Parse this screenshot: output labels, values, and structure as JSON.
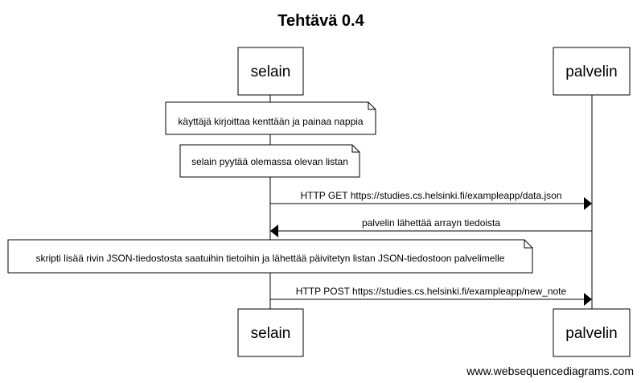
{
  "diagram": {
    "title": "Tehtävä 0.4",
    "participants": {
      "browser": "selain",
      "server": "palvelin"
    },
    "notes": {
      "user_action": "käyttäjä kirjoittaa kenttään ja painaa nappia",
      "fetch_list": "selain pyytää olemassa olevan listan",
      "script_action": "skripti lisää rivin JSON-tiedostosta saatuihin tietoihin ja lähettää päivitetyn listan JSON-tiedostoon palvelimelle"
    },
    "messages": {
      "get_data": "HTTP GET https://studies.cs.helsinki.fi/exampleapp/data.json",
      "send_array": "palvelin lähettää arrayn tiedoista",
      "post_note": "HTTP POST https://studies.cs.helsinki.fi/exampleapp/new_note"
    },
    "footer": "www.websequencediagrams.com"
  }
}
